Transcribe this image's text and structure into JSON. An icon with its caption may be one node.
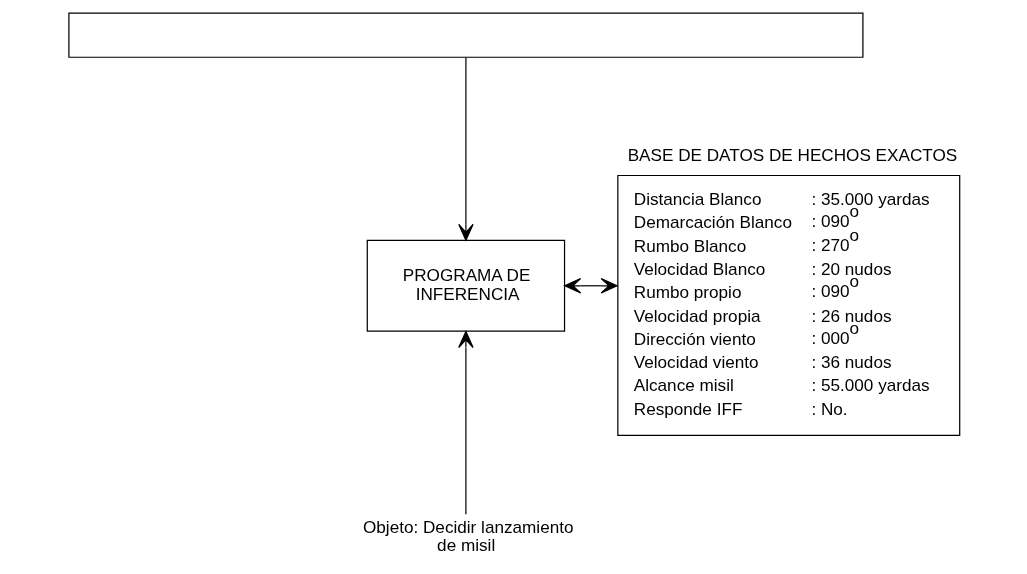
{
  "diagram": {
    "nodes": [
      {
        "text": [],
        "shape": "box"
      },
      {
        "text": [
          "PROGRAMA DE INFERENCIA"
        ]
      },
      {
        "text": [
          "BASE DE DATOS DE HECHOS EXACTOS",
          "Distancia Blanco",
          ": 35.000 yardas",
          "Demarcación Blanco",
          ": 090$^{o}$",
          "Rumbo Blanco",
          ": 270$^{o}$",
          "Velocidad Blanco",
          ": 20 nudos",
          "Rumbo propio",
          ": 090$^{o}$",
          "Velocidad propia",
          ": 26 nudos",
          "Dirección viento",
          ": 000$^{o}$",
          "Velocidad viento",
          ": 36 nudos",
          "Alcance misil",
          ": 55.000 yardas",
          "Responde IFF",
          ": No."
        ]
      },
      {
        "text": [
          "Objeto: Decidir lanzamiento de misil"
        ]
      }
    ],
    "edges": [
      {
        "from": 0,
        "to": 1,
        "arrow": "to"
      },
      {
        "from": 1,
        "to": 2,
        "arrow": "both"
      },
      {
        "from": 3,
        "to": 1,
        "arrow": "to"
      }
    ]
  }
}
